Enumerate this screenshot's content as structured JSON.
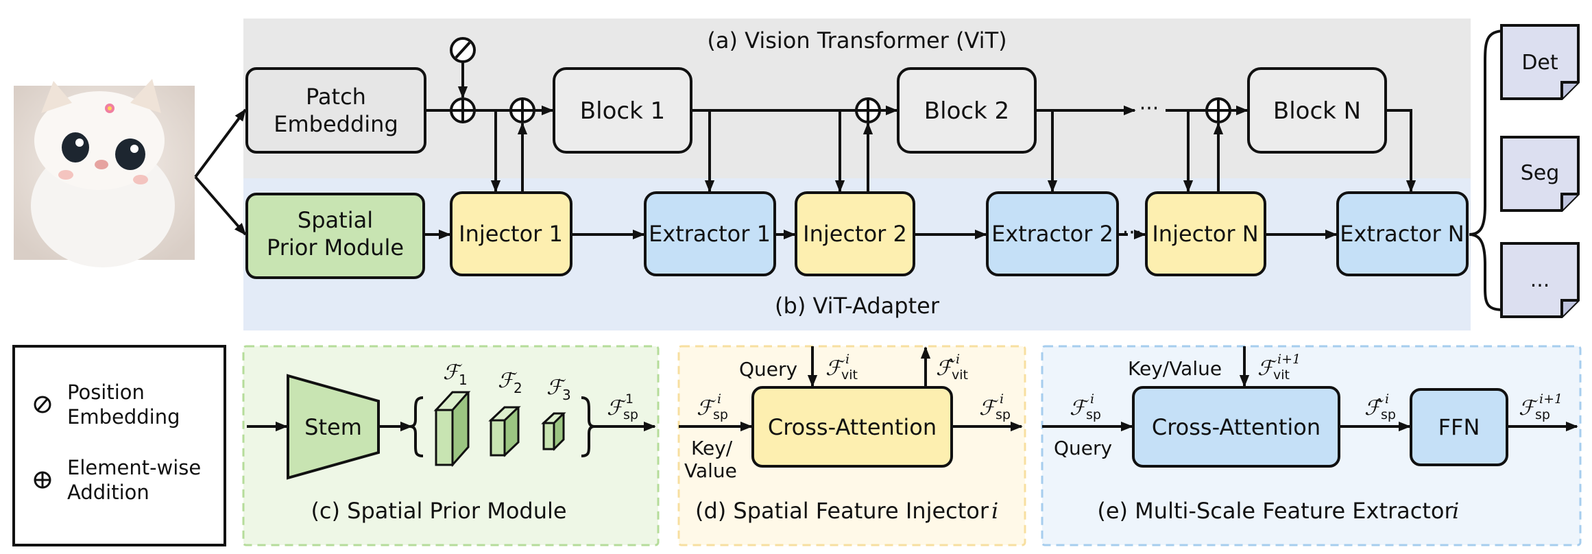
{
  "colors": {
    "vit_panel": "#e8e8e8",
    "adapter_panel": "#e3ebf7",
    "patch_fill": "#e6e6e6",
    "block_fill": "#ececec",
    "spm_fill": "#c8e4b2",
    "injector_fill": "#fdefb0",
    "extractor_fill": "#c5e0f7",
    "output_doc_fill": "#dcdff0",
    "panel_c_fill": "#eef7e6",
    "panel_c_border": "#b5dc9a",
    "panel_d_fill": "#fff9e8",
    "panel_d_border": "#f7dfa0",
    "panel_e_fill": "#eef5fc",
    "panel_e_border": "#a6cdee"
  },
  "top": {
    "vit_title": "(a) Vision Transformer (ViT)",
    "adapter_title": "(b) ViT-Adapter",
    "patch_embedding": [
      "Patch",
      "Embedding"
    ],
    "blocks": [
      "Block 1",
      "Block 2",
      "Block N"
    ],
    "spatial_prior_module": [
      "Spatial",
      "Prior Module"
    ],
    "injectors": [
      "Injector 1",
      "Injector 2",
      "Injector N"
    ],
    "extractors": [
      "Extractor 1",
      "Extractor 2",
      "Extractor N"
    ],
    "ellipsis": "···",
    "outputs": [
      "Det",
      "Seg",
      "..."
    ]
  },
  "legend": {
    "position_embedding": [
      "Position",
      "Embedding"
    ],
    "element_wise_addition": [
      "Element-wise",
      "Addition"
    ]
  },
  "panel_c": {
    "title": "(c) Spatial Prior Module",
    "stem": "Stem",
    "f1_base": "ℱ",
    "f1_sub": "1",
    "f2_base": "ℱ",
    "f2_sub": "2",
    "f3_base": "ℱ",
    "f3_sub": "3",
    "out_base": "ℱ",
    "out_sub": "sp",
    "out_sup": "1"
  },
  "panel_d": {
    "title": "(d) Spatial Feature Injector",
    "title_var": "i",
    "block": "Cross-Attention",
    "query_label": "Query",
    "key_value_label": [
      "Key/",
      "Value"
    ],
    "in_base": "ℱ",
    "in_sub": "sp",
    "in_sup": "i",
    "vit_base": "ℱ",
    "vit_sub": "vit",
    "vit_sup": "i",
    "vit_hat_base": "ℱ̂",
    "vit_hat_sub": "vit",
    "vit_hat_sup": "i",
    "out_base": "ℱ",
    "out_sub": "sp",
    "out_sup": "i"
  },
  "panel_e": {
    "title": "(e) Multi-Scale Feature Extractor",
    "title_var": "i",
    "block": "Cross-Attention",
    "ffn": "FFN",
    "key_value_label": "Key/Value",
    "query_label": "Query",
    "kv_base": "ℱ",
    "kv_sub": "vit",
    "kv_sup": "i+1",
    "in_base": "ℱ",
    "in_sub": "sp",
    "in_sup": "i",
    "mid_base": "ℱ̂",
    "mid_sub": "sp",
    "mid_sup": "i",
    "out_base": "ℱ",
    "out_sub": "sp",
    "out_sup": "i+1"
  }
}
